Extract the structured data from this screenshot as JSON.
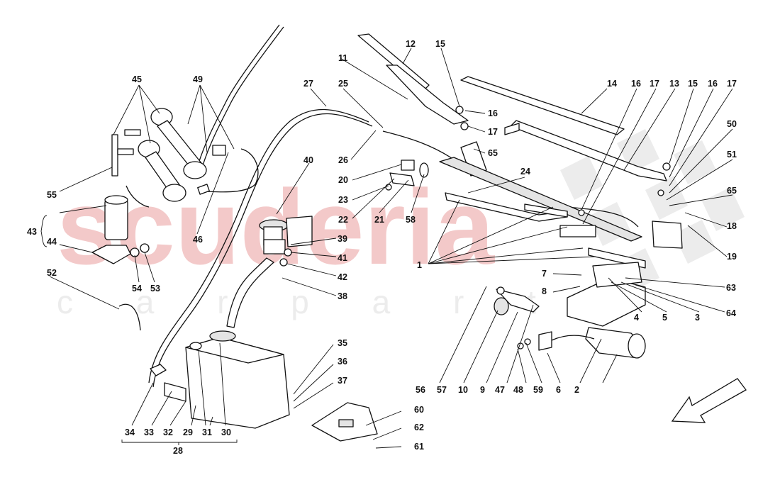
{
  "watermark": {
    "main": "scuderia",
    "sub": "c a r   p a r t s",
    "color": "#f3c9c9"
  },
  "labels": {
    "l1": "1",
    "l2": "2",
    "l3": "3",
    "l4": "4",
    "l5": "5",
    "l6": "6",
    "l7": "7",
    "l8": "8",
    "l9": "9",
    "l10": "10",
    "l11": "11",
    "l12": "12",
    "l13": "13",
    "l14": "14",
    "l15a": "15",
    "l15b": "15",
    "l16a": "16",
    "l16b": "16",
    "l16c": "16",
    "l17a": "17",
    "l17b": "17",
    "l17c": "17",
    "l18": "18",
    "l19": "19",
    "l20": "20",
    "l21": "21",
    "l22": "22",
    "l23": "23",
    "l24": "24",
    "l25": "25",
    "l26": "26",
    "l27": "27",
    "l28": "28",
    "l29": "29",
    "l30": "30",
    "l31": "31",
    "l32": "32",
    "l33": "33",
    "l34": "34",
    "l35": "35",
    "l36": "36",
    "l37": "37",
    "l38": "38",
    "l39": "39",
    "l40": "40",
    "l41": "41",
    "l42": "42",
    "l43": "43",
    "l44": "44",
    "l45": "45",
    "l46": "46",
    "l47": "47",
    "l48": "48",
    "l49": "49",
    "l50": "50",
    "l51": "51",
    "l52": "52",
    "l53": "53",
    "l54": "54",
    "l55": "55",
    "l56": "56",
    "l57": "57",
    "l58": "58",
    "l59": "59",
    "l60": "60",
    "l61": "61",
    "l62": "62",
    "l63": "63",
    "l64": "64",
    "l65a": "65",
    "l65b": "65"
  }
}
